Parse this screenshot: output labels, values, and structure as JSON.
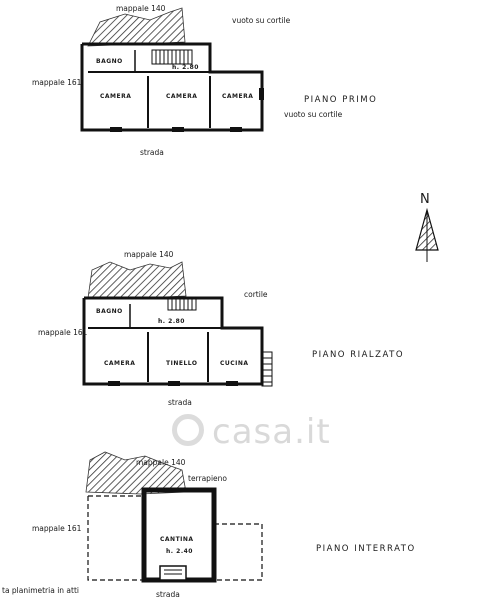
{
  "north": {
    "label": "N",
    "icon": "north-arrow-icon"
  },
  "watermark": {
    "text": "casa.it"
  },
  "footer": {
    "note": "ta planimetria in atti"
  },
  "floors": [
    {
      "name": "PIANO PRIMO",
      "neighbors": {
        "top": "mappale 140",
        "left": "mappale 161",
        "bottom": "strada",
        "right_top": "vuoto su cortile",
        "right": "vuoto su cortile"
      },
      "rooms": [
        "BAGNO",
        "CAMERA",
        "CAMERA",
        "CAMERA"
      ],
      "height": "h. 2.80"
    },
    {
      "name": "PIANO RIALZATO",
      "neighbors": {
        "top": "mappale 140",
        "left": "mappale 161",
        "bottom": "strada",
        "right": "cortile"
      },
      "rooms": [
        "BAGNO",
        "CAMERA",
        "TINELLO",
        "CUCINA"
      ],
      "height": "h. 2.80"
    },
    {
      "name": "PIANO INTERRATO",
      "neighbors": {
        "top": "mappale 140",
        "left": "mappale 161",
        "bottom": "strada",
        "right": "terrapieno"
      },
      "rooms": [
        "CANTINA"
      ],
      "height": "h. 2.40"
    }
  ]
}
